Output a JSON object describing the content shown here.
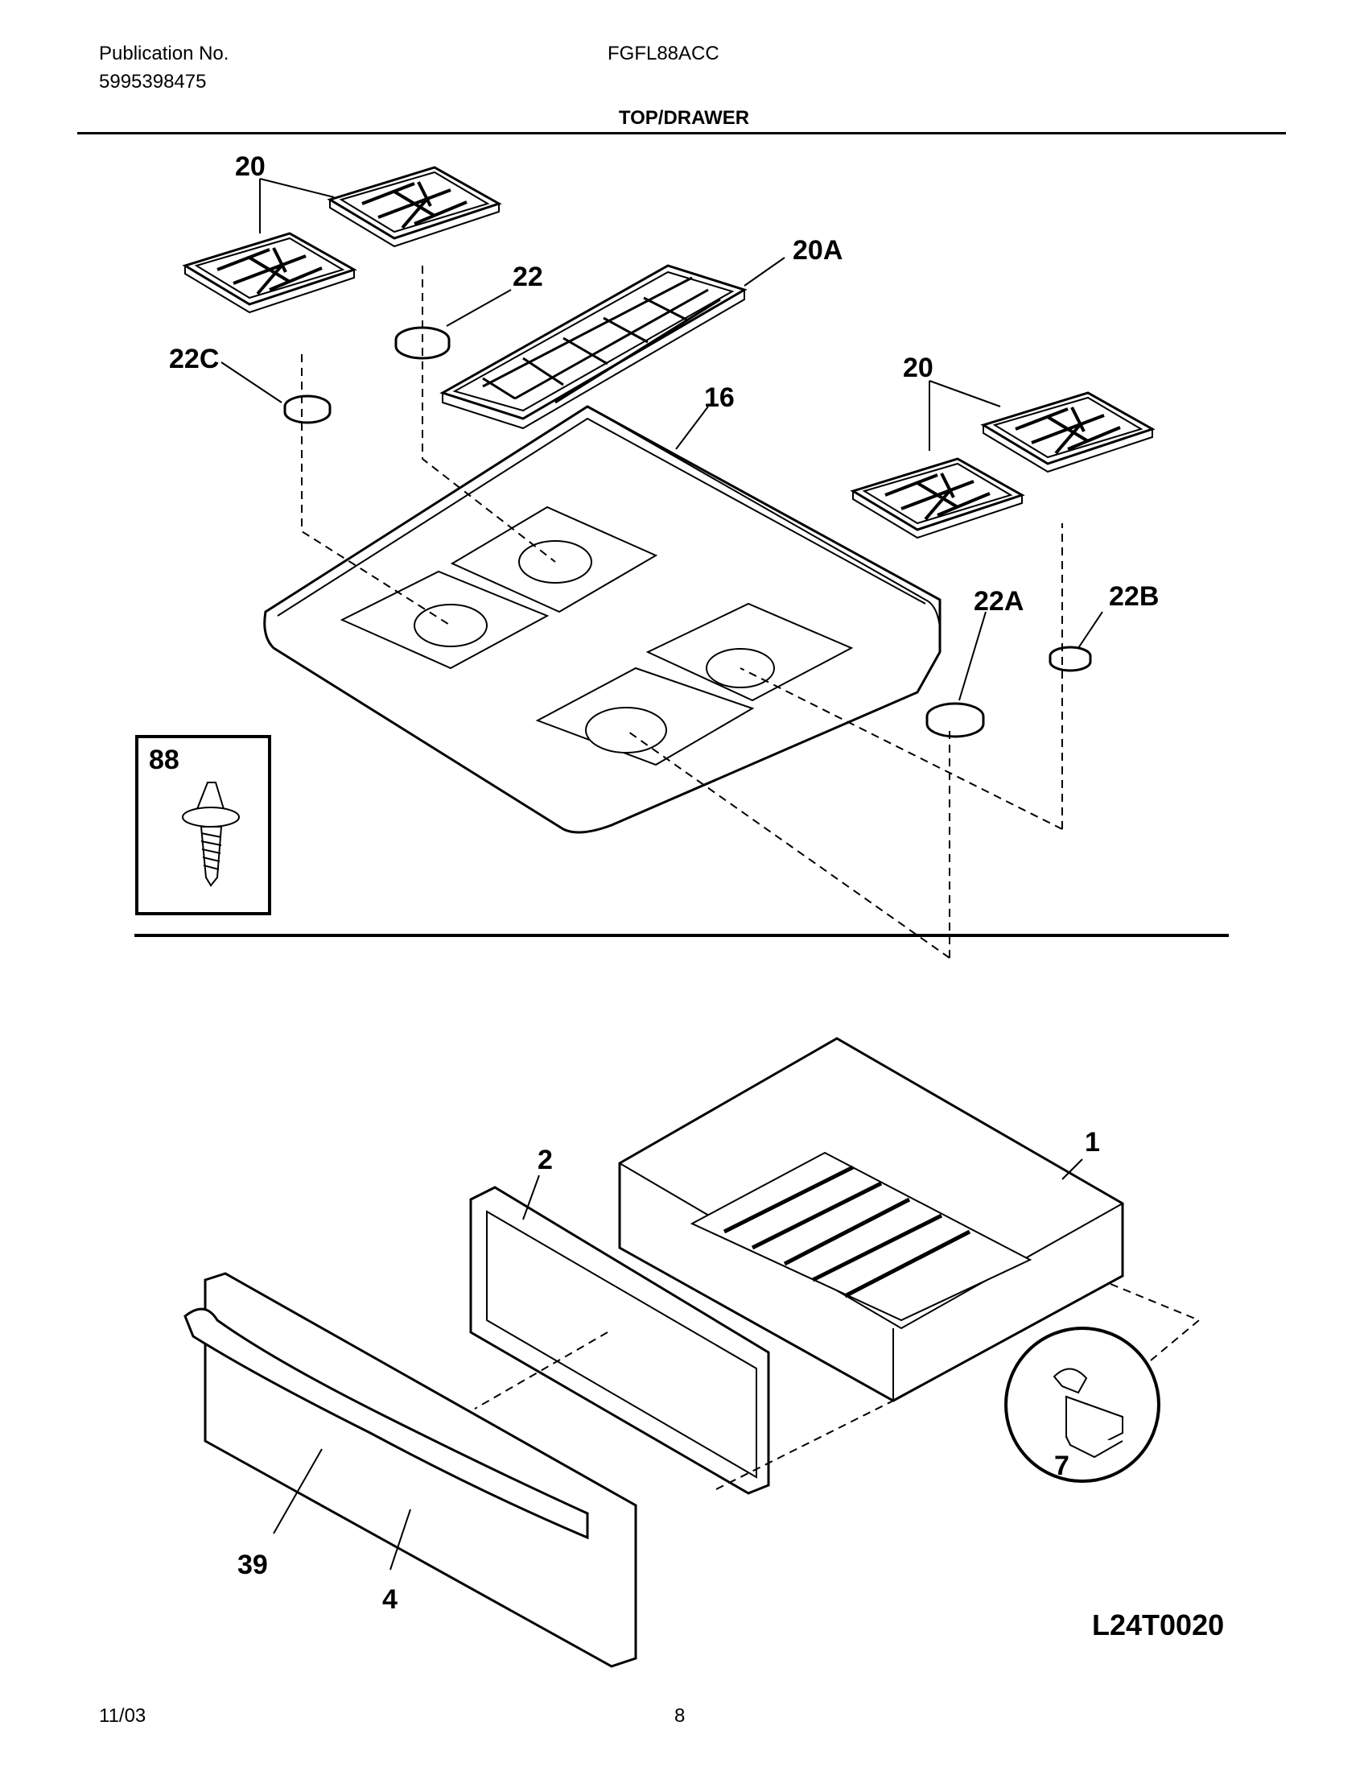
{
  "header": {
    "publication_label": "Publication No.",
    "publication_number": "5995398475",
    "model": "FGFL88ACC",
    "section_title": "TOP/DRAWER"
  },
  "callouts": {
    "grate_left": "20",
    "grate_center": "20A",
    "grate_right": "20",
    "cap_22": "22",
    "cap_22C": "22C",
    "cap_22A": "22A",
    "cap_22B": "22B",
    "cooktop": "16",
    "screw": "88",
    "drawer_body": "1",
    "drawer_panel": "2",
    "drawer_front": "4",
    "handle": "39",
    "slide_clip": "7"
  },
  "footer": {
    "date": "11/03",
    "page": "8",
    "diagram_code": "L24T0020"
  }
}
